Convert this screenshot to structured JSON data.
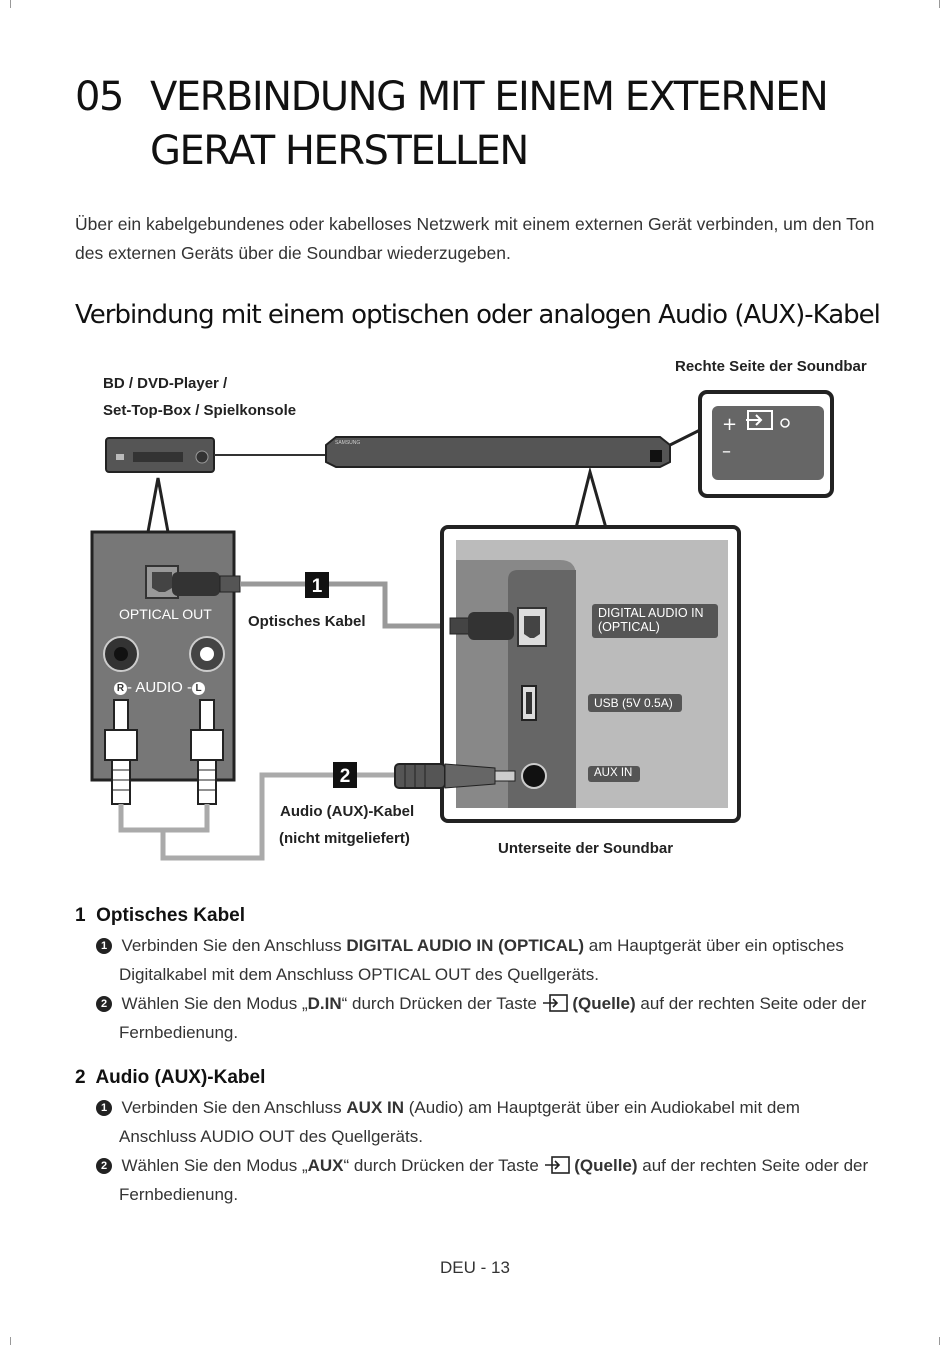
{
  "chapter": {
    "number": "05",
    "title_line1": "VERBINDUNG MIT EINEM EXTERNEN",
    "title_line2": "GERAT HERSTELLEN"
  },
  "intro": "Über ein kabelgebundenes oder kabelloses Netzwerk mit einem externen Gerät verbinden, um den Ton des externen Geräts über die Soundbar wiederzugeben.",
  "section_title": "Verbindung mit einem optischen oder analogen Audio (AUX)-Kabel",
  "diagram": {
    "source_label_1": "BD / DVD-Player /",
    "source_label_2": "Set-Top-Box / Spielkonsole",
    "right_side_label": "Rechte Seite der Soundbar",
    "brand_text": "SAMSUNG",
    "optical_out": "OPTICAL OUT",
    "audio_label": "- AUDIO -",
    "r_label": "R",
    "l_label": "L",
    "step1": "1",
    "step2": "2",
    "optical_cable": "Optisches Kabel",
    "aux_cable_1": "Audio (AUX)-Kabel",
    "aux_cable_2": "(nicht mitgeliefert)",
    "digital_in_1": "DIGITAL AUDIO IN",
    "digital_in_2": "(OPTICAL)",
    "usb": "USB (5V 0.5A)",
    "aux_in": "AUX IN",
    "bottom_label": "Unterseite der Soundbar"
  },
  "steps": [
    {
      "num": "1",
      "title": "Optisches Kabel",
      "items": [
        {
          "marker": "1",
          "pre": "Verbinden Sie den Anschluss ",
          "bold": "DIGITAL AUDIO IN (OPTICAL)",
          "post": " am Hauptgerät über ein optisches",
          "line2": "Digitalkabel mit dem Anschluss OPTICAL OUT des Quellgeräts."
        },
        {
          "marker": "2",
          "pre": "Wählen Sie den Modus „",
          "bold": "D.IN",
          "mid": "“ durch Drücken der Taste ",
          "bold2": "(Quelle)",
          "post": " auf der rechten Seite oder der",
          "line2": "Fernbedienung."
        }
      ]
    },
    {
      "num": "2",
      "title": "Audio (AUX)-Kabel",
      "items": [
        {
          "marker": "1",
          "pre": "Verbinden Sie den Anschluss ",
          "bold": "AUX IN",
          "post": " (Audio) am Hauptgerät über ein Audiokabel mit dem",
          "line2": "Anschluss AUDIO OUT des Quellgeräts."
        },
        {
          "marker": "2",
          "pre": "Wählen Sie den Modus „",
          "bold": "AUX",
          "mid": "“ durch Drücken der Taste ",
          "bold2": "(Quelle)",
          "post": " auf der rechten Seite oder der",
          "line2": "Fernbedienung."
        }
      ]
    }
  ],
  "footer": "DEU - 13"
}
